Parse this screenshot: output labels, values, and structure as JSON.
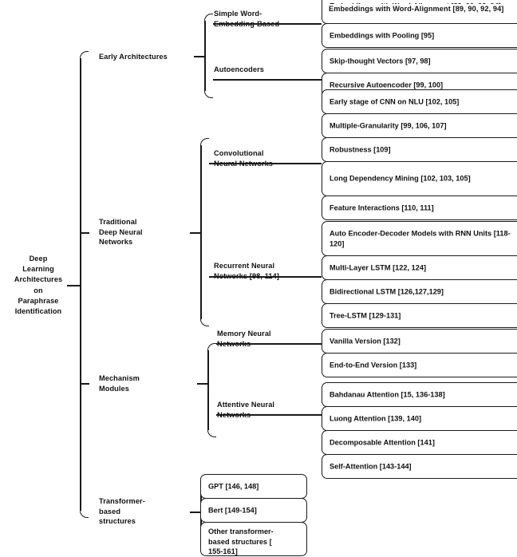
{
  "diagram": {
    "title": "Deep Learning Architectures on Paraphrase Identification",
    "type": "tree-taxonomy",
    "root": {
      "label": "Deep\nLearning\nArchitectures\non\nParaphrase\nIdentification"
    },
    "branches": [
      {
        "label": "Early Architectures",
        "children": [
          {
            "label": "Simple Word-\nEmbedding-Based",
            "leaves": [
              "Embeddings with Word-Alignment [89, 90, 92, 94]",
              "Embeddings with Pooling [95]"
            ]
          },
          {
            "label": "Autoencoders",
            "leaves": [
              "Skip-thought Vectors [97, 98]",
              "Recursive Autoencoder [99, 100]"
            ]
          }
        ]
      },
      {
        "label": "Traditional\nDeep Neural\nNetworks",
        "children": [
          {
            "label": "Convolutional\nNeural Networks",
            "leaves": [
              "Early stage of CNN on NLU [102, 105]",
              "Multiple-Granularity [99, 106, 107]",
              "Robustness [109]",
              "Long Dependency Mining [102, 103, 105]",
              "Feature Interactions [110, 111]"
            ]
          },
          {
            "label": "Recurrent Neural\nNetworks [98, 114]",
            "leaves": [
              "Auto Encoder-Decoder Models with RNN Units [118-120]",
              "Multi-Layer LSTM [122, 124]",
              "Bidirectional LSTM [126,127,129]",
              "Tree-LSTM [129-131]"
            ]
          }
        ]
      },
      {
        "label": "Mechanism\nModules",
        "children": [
          {
            "label": "Memory Neural\nNetworks",
            "leaves": [
              "Vanilla Version [132]",
              "End-to-End Version [133]"
            ]
          },
          {
            "label": "Attentive Neural\nNetworks",
            "leaves": [
              "Bahdanau Attention [15, 136-138]",
              "Luong Attention [139, 140]",
              "Decomposable Attention [141]",
              "Self-Attention [143-144]"
            ]
          }
        ]
      },
      {
        "label": "Transformer-\nbased\nstructures",
        "children": [
          {
            "label": "",
            "leaves": [
              "GPT [146, 148]",
              "Bert [149-154]",
              "Other transformer-\nbased structures [\n155-161]"
            ]
          }
        ]
      }
    ]
  },
  "colors": {
    "stroke": "#1a1a1a",
    "text": "#111111",
    "background": "#ffffff"
  }
}
